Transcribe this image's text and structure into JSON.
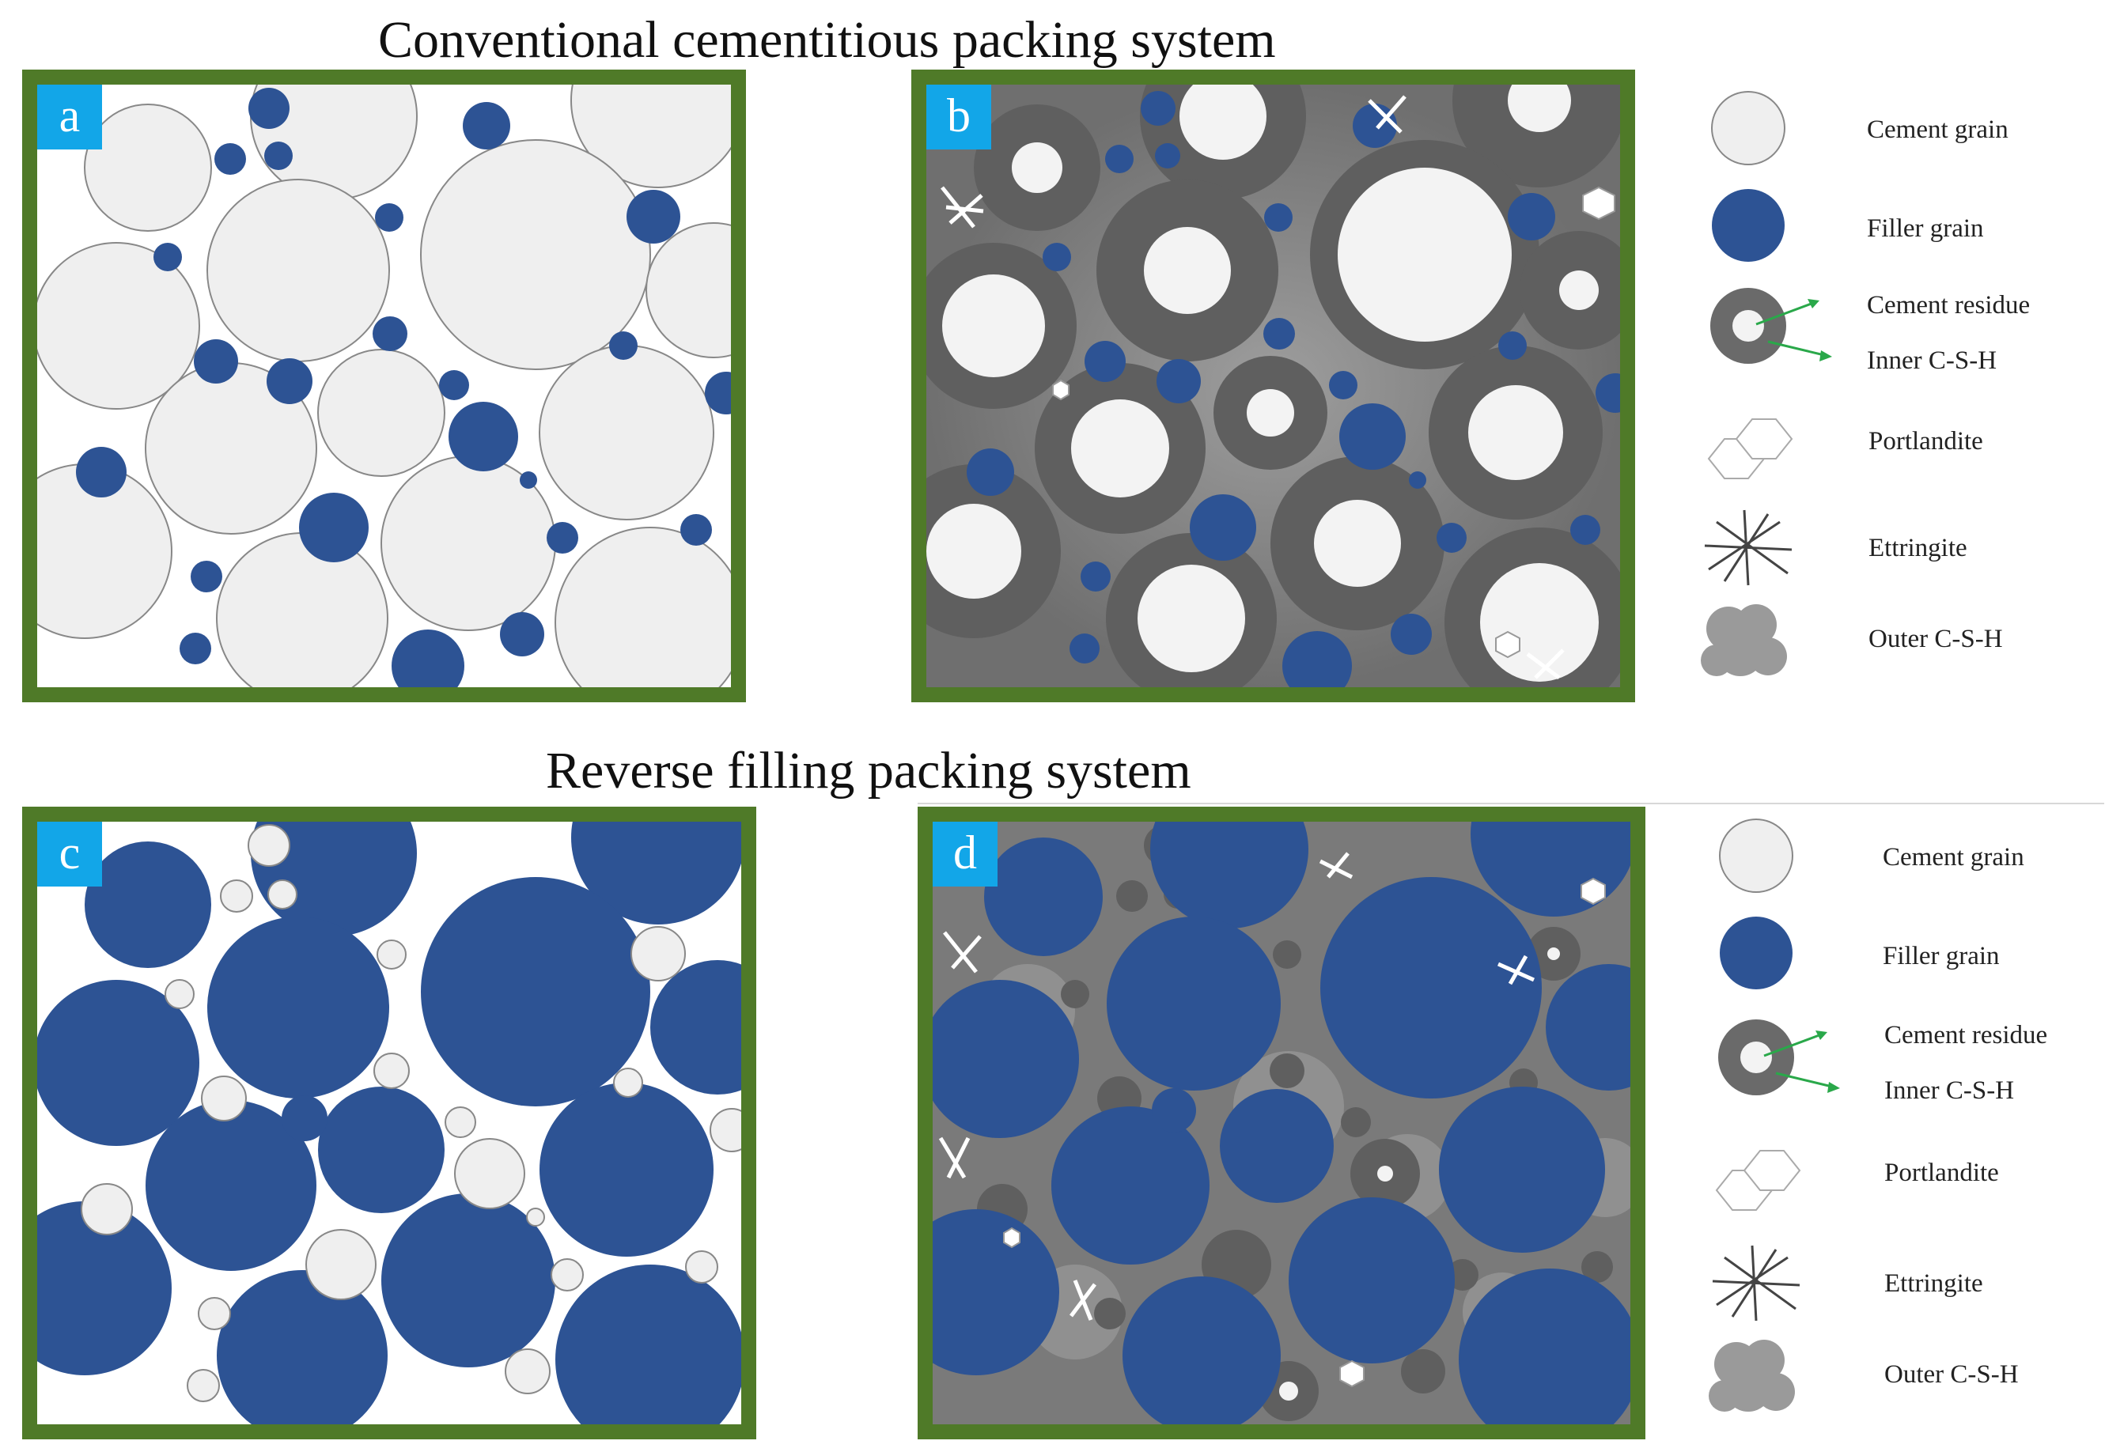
{
  "titles": {
    "top": "Conventional cementitious packing system",
    "bottom": "Reverse filling packing system"
  },
  "panels": {
    "a": {
      "label": "a"
    },
    "b": {
      "label": "b"
    },
    "c": {
      "label": "c"
    },
    "d": {
      "label": "d"
    }
  },
  "legend": {
    "cement_grain": "Cement grain",
    "filler_grain": "Filler grain",
    "cement_residue": "Cement residue",
    "inner_csh": "Inner C-S-H",
    "portlandite": "Portlandite",
    "ettringite": "Ettringite",
    "outer_csh": "Outer C-S-H"
  },
  "colors": {
    "frame": "#4f7a28",
    "tag": "#12a6e8",
    "filler": "#2d5394",
    "cement": "#efefef",
    "residue": "#6a6a6a",
    "arrow": "#2aa84a"
  },
  "icons": {
    "portlandite": "portlandite-hexagon-icon",
    "ettringite": "ettringite-needles-icon",
    "outer_csh": "outer-csh-cluster-icon"
  }
}
